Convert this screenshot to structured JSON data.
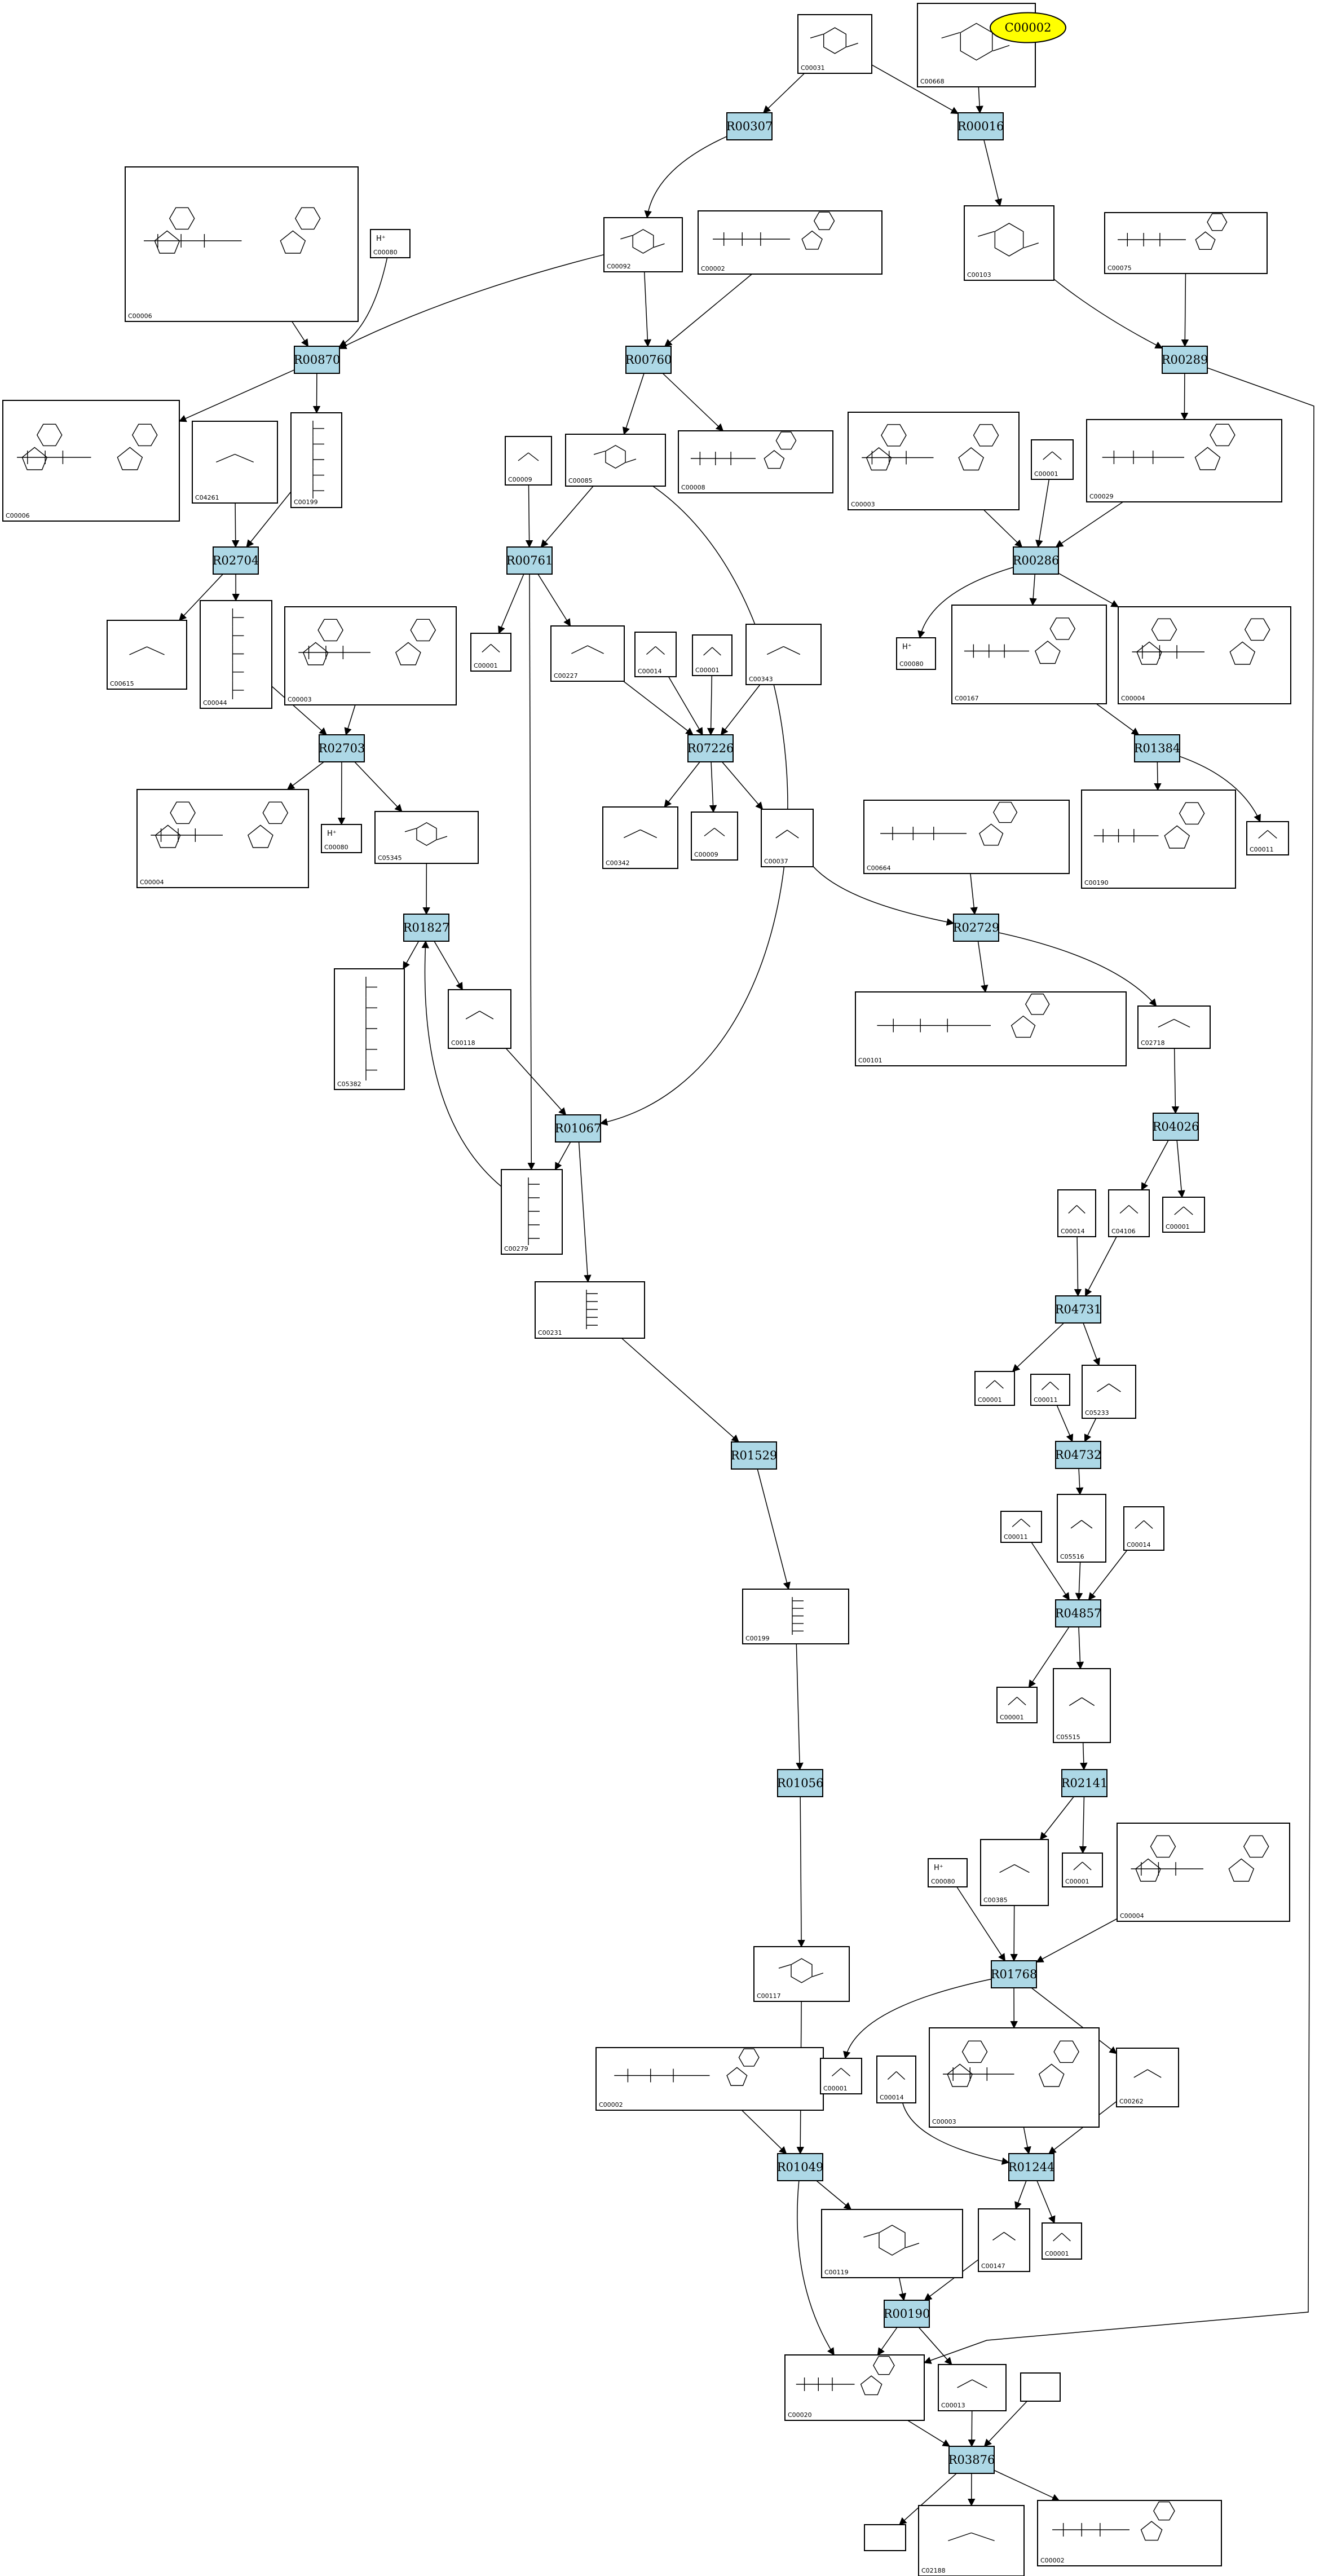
{
  "highlight": {
    "label": "C00002",
    "color": "#ffff00"
  },
  "colors": {
    "reaction_fill": "#add8e6",
    "edge": "#000000",
    "compound_fill": "#ffffff"
  },
  "reactions": [
    {
      "id": "R00307",
      "label": "R00307"
    },
    {
      "id": "R00016",
      "label": "R00016"
    },
    {
      "id": "R00870",
      "label": "R00870"
    },
    {
      "id": "R00760",
      "label": "R00760"
    },
    {
      "id": "R00289",
      "label": "R00289"
    },
    {
      "id": "R02704",
      "label": "R02704"
    },
    {
      "id": "R00761",
      "label": "R00761"
    },
    {
      "id": "R00286",
      "label": "R00286"
    },
    {
      "id": "R02703",
      "label": "R02703"
    },
    {
      "id": "R07226",
      "label": "R07226"
    },
    {
      "id": "R01384",
      "label": "R01384"
    },
    {
      "id": "R01827",
      "label": "R01827"
    },
    {
      "id": "R02729",
      "label": "R02729"
    },
    {
      "id": "R01067",
      "label": "R01067"
    },
    {
      "id": "R04026",
      "label": "R04026"
    },
    {
      "id": "R04731",
      "label": "R04731"
    },
    {
      "id": "R01529",
      "label": "R01529"
    },
    {
      "id": "R04732",
      "label": "R04732"
    },
    {
      "id": "R04857",
      "label": "R04857"
    },
    {
      "id": "R01056",
      "label": "R01056"
    },
    {
      "id": "R02141",
      "label": "R02141"
    },
    {
      "id": "R01768",
      "label": "R01768"
    },
    {
      "id": "R01049",
      "label": "R01049"
    },
    {
      "id": "R01244",
      "label": "R01244"
    },
    {
      "id": "R00190",
      "label": "R00190"
    },
    {
      "id": "R03876",
      "label": "R03876"
    }
  ],
  "compounds": [
    {
      "id": "c1",
      "label": "C00031",
      "kind": "ring"
    },
    {
      "id": "c2",
      "label": "C00668",
      "kind": "ring_p"
    },
    {
      "id": "c3",
      "label": "C00006",
      "kind": "dinuc"
    },
    {
      "id": "c4",
      "label": "C00080",
      "kind": "ion",
      "atom": "H⁺"
    },
    {
      "id": "c5",
      "label": "C00092",
      "kind": "ring_p"
    },
    {
      "id": "c6",
      "label": "C00002",
      "kind": "nuc"
    },
    {
      "id": "c7",
      "label": "C00103",
      "kind": "ring_p"
    },
    {
      "id": "c8",
      "label": "C00075",
      "kind": "nuc"
    },
    {
      "id": "c9",
      "label": "C00006",
      "kind": "dinuc"
    },
    {
      "id": "c10",
      "label": "C04261",
      "kind": "small"
    },
    {
      "id": "c11",
      "label": "C00199",
      "kind": "chain"
    },
    {
      "id": "c12",
      "label": "C00009",
      "kind": "small"
    },
    {
      "id": "c13",
      "label": "C00085",
      "kind": "ring_p"
    },
    {
      "id": "c14",
      "label": "C00008",
      "kind": "nuc"
    },
    {
      "id": "c15",
      "label": "C00003",
      "kind": "dinuc"
    },
    {
      "id": "c16",
      "label": "C00001",
      "kind": "small"
    },
    {
      "id": "c17",
      "label": "C00029",
      "kind": "nuc"
    },
    {
      "id": "c18",
      "label": "C00615",
      "kind": "small"
    },
    {
      "id": "c19",
      "label": "C00044",
      "kind": "chain"
    },
    {
      "id": "c20",
      "label": "C00003",
      "kind": "dinuc"
    },
    {
      "id": "c21",
      "label": "C00001",
      "kind": "small"
    },
    {
      "id": "c22",
      "label": "C00227",
      "kind": "small"
    },
    {
      "id": "c23",
      "label": "C00014",
      "kind": "small"
    },
    {
      "id": "c24",
      "label": "C00001",
      "kind": "small"
    },
    {
      "id": "c25",
      "label": "C00343",
      "kind": "small"
    },
    {
      "id": "c26",
      "label": "C00080",
      "kind": "ion",
      "atom": "H⁺"
    },
    {
      "id": "c27",
      "label": "C00167",
      "kind": "nuc"
    },
    {
      "id": "c28",
      "label": "C00004",
      "kind": "dinuc"
    },
    {
      "id": "c29",
      "label": "C00004",
      "kind": "dinuc"
    },
    {
      "id": "c30",
      "label": "C00080",
      "kind": "ion",
      "atom": "H⁺"
    },
    {
      "id": "c31",
      "label": "C05345",
      "kind": "ring_p"
    },
    {
      "id": "c32",
      "label": "C00342",
      "kind": "small"
    },
    {
      "id": "c33",
      "label": "C00009",
      "kind": "small"
    },
    {
      "id": "c34",
      "label": "C00037",
      "kind": "small"
    },
    {
      "id": "c35",
      "label": "C00664",
      "kind": "folate"
    },
    {
      "id": "c36",
      "label": "C00190",
      "kind": "nuc"
    },
    {
      "id": "c37",
      "label": "C00011",
      "kind": "small"
    },
    {
      "id": "c38",
      "label": "C05382",
      "kind": "chain"
    },
    {
      "id": "c39",
      "label": "C00118",
      "kind": "small"
    },
    {
      "id": "c40",
      "label": "C00101",
      "kind": "folate"
    },
    {
      "id": "c41",
      "label": "C02718",
      "kind": "small"
    },
    {
      "id": "c42",
      "label": "C00279",
      "kind": "chain"
    },
    {
      "id": "c43",
      "label": "C00231",
      "kind": "chain"
    },
    {
      "id": "c44",
      "label": "C00014",
      "kind": "small"
    },
    {
      "id": "c45",
      "label": "C04106",
      "kind": "small"
    },
    {
      "id": "c46",
      "label": "C00001",
      "kind": "small"
    },
    {
      "id": "c47",
      "label": "C00001",
      "kind": "small"
    },
    {
      "id": "c48",
      "label": "C00011",
      "kind": "small"
    },
    {
      "id": "c49",
      "label": "C05233",
      "kind": "small"
    },
    {
      "id": "c50",
      "label": "C00011",
      "kind": "small"
    },
    {
      "id": "c51",
      "label": "C05516",
      "kind": "small"
    },
    {
      "id": "c52",
      "label": "C00014",
      "kind": "small"
    },
    {
      "id": "c53",
      "label": "C00199",
      "kind": "chain"
    },
    {
      "id": "c54",
      "label": "C00001",
      "kind": "small"
    },
    {
      "id": "c55",
      "label": "C05515",
      "kind": "small"
    },
    {
      "id": "c56",
      "label": "C00080",
      "kind": "ion",
      "atom": "H⁺"
    },
    {
      "id": "c57",
      "label": "C00385",
      "kind": "small"
    },
    {
      "id": "c58",
      "label": "C00001",
      "kind": "small"
    },
    {
      "id": "c59",
      "label": "C00004",
      "kind": "dinuc"
    },
    {
      "id": "c60",
      "label": "C00117",
      "kind": "ring_p"
    },
    {
      "id": "c61",
      "label": "C00002",
      "kind": "nuc"
    },
    {
      "id": "c62",
      "label": "C00001",
      "kind": "small"
    },
    {
      "id": "c63",
      "label": "C00014",
      "kind": "small"
    },
    {
      "id": "c64",
      "label": "C00003",
      "kind": "dinuc"
    },
    {
      "id": "c65",
      "label": "C00262",
      "kind": "small"
    },
    {
      "id": "c66",
      "label": "C00119",
      "kind": "ring_p"
    },
    {
      "id": "c67",
      "label": "C00147",
      "kind": "small"
    },
    {
      "id": "c68",
      "label": "C00001",
      "kind": "small"
    },
    {
      "id": "c69",
      "label": "C00020",
      "kind": "nuc"
    },
    {
      "id": "c70",
      "label": "C00013",
      "kind": "small"
    },
    {
      "id": "c71",
      "label": "",
      "kind": "empty"
    },
    {
      "id": "c72",
      "label": "",
      "kind": "empty"
    },
    {
      "id": "c73",
      "label": "C02188",
      "kind": "small"
    },
    {
      "id": "c74",
      "label": "C00002",
      "kind": "nuc"
    }
  ]
}
